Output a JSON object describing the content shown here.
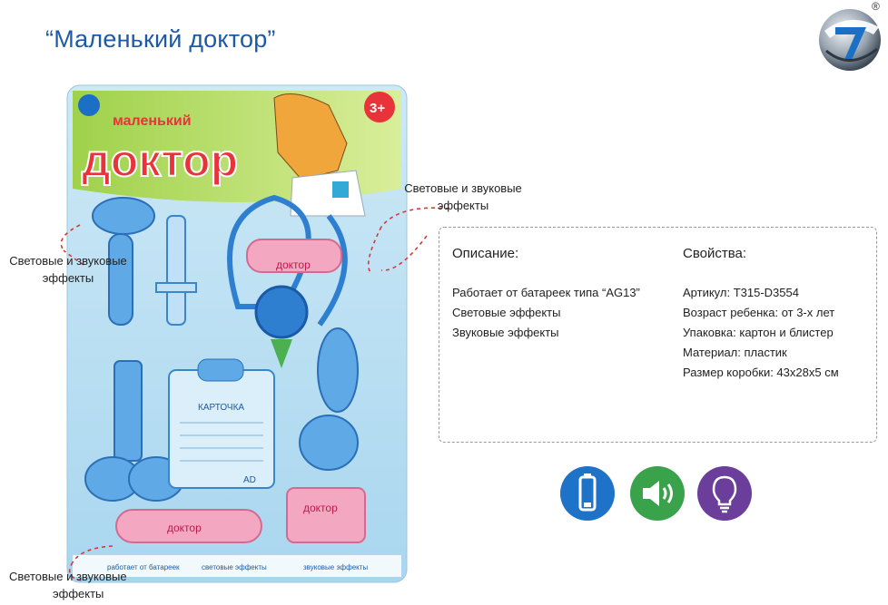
{
  "header": {
    "title": "“Маленький доктор”",
    "registered_mark": "®"
  },
  "package": {
    "logo_small": "маленький",
    "logo_big": "доктор",
    "age_badge": "3+",
    "tool_labels": {
      "stethoscope": "доктор",
      "flashlight": "доктор",
      "box": "доктор",
      "card_title": "КАРТОЧКА",
      "card_badge": "AD"
    },
    "footer": [
      "работает от батареек",
      "световые эффекты",
      "звуковые эффекты"
    ]
  },
  "callouts": {
    "right": "Световые и звуковые эффекты",
    "left": "Световые и звуковые эффекты",
    "bottom_line1": "Световые и звуковые",
    "bottom_line2": "эффекты"
  },
  "description": {
    "heading": "Описание:",
    "lines": [
      "Работает от батареек типа “AG13”",
      "Световые эффекты",
      "Звуковые эффекты"
    ]
  },
  "properties": {
    "heading": "Свойства:",
    "lines": [
      "Артикул: T315-D3554",
      "Возраст ребенка: от 3-х лет",
      "Упаковка: картон и блистер",
      "Материал: пластик",
      "Размер коробки: 43х28х5 см"
    ]
  },
  "features": [
    {
      "icon": "battery-icon",
      "color": "#1e73c8"
    },
    {
      "icon": "speaker-icon",
      "color": "#3aa24a"
    },
    {
      "icon": "lightbulb-icon",
      "color": "#6a3e9a"
    }
  ]
}
